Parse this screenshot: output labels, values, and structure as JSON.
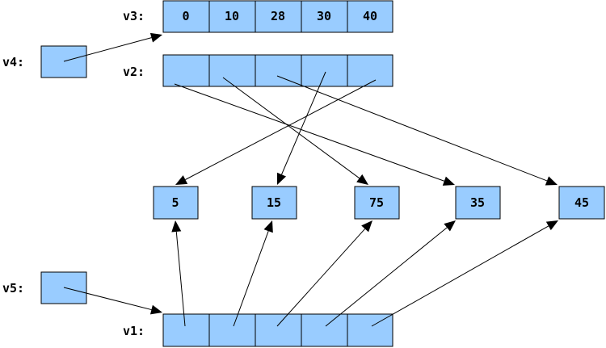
{
  "variables": {
    "v3": {
      "label": "v3:",
      "cells": [
        "0",
        "10",
        "28",
        "30",
        "40"
      ]
    },
    "v4": {
      "label": "v4:"
    },
    "v2": {
      "label": "v2:",
      "cells": [
        "",
        "",
        "",
        "",
        ""
      ]
    },
    "v5": {
      "label": "v5:"
    },
    "v1": {
      "label": "v1:",
      "cells": [
        "",
        "",
        "",
        "",
        ""
      ]
    }
  },
  "nodes": [
    "5",
    "15",
    "75",
    "35",
    "45"
  ],
  "pointers": {
    "v4": "v3",
    "v5": "v1",
    "v2": [
      "35",
      "75",
      "45",
      "15",
      "5"
    ],
    "v1": [
      "5",
      "15",
      "75",
      "35",
      "45"
    ]
  },
  "colors": {
    "cell_fill": "#99ccff",
    "stroke": "#000000"
  }
}
